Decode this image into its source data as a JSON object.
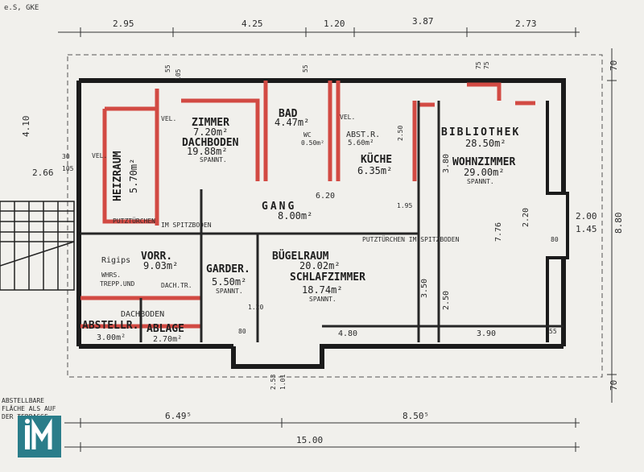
{
  "header_text": "e.S, GKE",
  "dimensions": {
    "top": [
      "2.95",
      "4.25",
      "1.20",
      "3.87",
      "2.73"
    ],
    "bottom": [
      "6.49⁵",
      "8.50⁵"
    ],
    "total": "15.00",
    "right": [
      "70",
      "8.80",
      "70"
    ],
    "left": [
      "4.10",
      "2.66",
      "30",
      "105"
    ],
    "inner": [
      "55",
      "55",
      "105",
      "75",
      "75",
      "6.20",
      "1.95",
      "3.80",
      "7.76",
      "2.20",
      "2.00",
      "1.45",
      "80",
      "2.50",
      "3.50",
      "2.50",
      "4.80",
      "3.90",
      "55",
      "80",
      "1.20",
      "2.53",
      "1.01"
    ]
  },
  "rooms": {
    "zimmer": {
      "name": "ZIMMER",
      "area": "7.20m²",
      "sub": "DACHBODEN",
      "sub_area": "19.88m²",
      "note": "SPANNT."
    },
    "bad": {
      "name": "BAD",
      "area": "4.47m²"
    },
    "wc": {
      "name": "WC",
      "area": "0.50m²"
    },
    "abstr": {
      "name": "ABST.R.",
      "area": "5.60m²"
    },
    "kueche": {
      "name": "KÜCHE",
      "area": "6.35m²"
    },
    "bibliothek": {
      "name": "BIBLIOTHEK",
      "area": "28.50m²"
    },
    "wohnzimmer": {
      "name": "WOHNZIMMER",
      "area": "29.00m²",
      "note": "SPANNT."
    },
    "heizraum": {
      "name": "HEIZRAUM",
      "area": "5.70m²"
    },
    "gang": {
      "name": "GANG",
      "area": "8.00m²"
    },
    "vorr": {
      "name": "VORR.",
      "area": "9.03m²"
    },
    "garder": {
      "name": "GARDER.",
      "area": "5.50m²",
      "note": "SPANNT."
    },
    "buegelraum": {
      "name": "BÜGELRAUM",
      "area": "20.02m²"
    },
    "schlafzimmer": {
      "name": "SCHLAFZIMMER",
      "area": "18.74m²",
      "note": "SPANNT."
    },
    "abstell": {
      "name": "ABSTELLR.",
      "area": "3.00m²"
    },
    "dachboden_ablage": {
      "name": "DACHBODEN",
      "sub": "ABLAGE",
      "area": "2.70m²"
    }
  },
  "notes": {
    "putzturchen": "PUTZTÜRCHEN",
    "putzturchen_spitz": "PUTZTÜRCHEN IM SPITZBODEN",
    "rigips": "Rigips",
    "spitzboden": "IM SPITZBODEN",
    "dachbtr": "DACH.TR.",
    "vel1": "VEL.",
    "vel2": "VEL.",
    "vel3": "VEL.",
    "whrs": "WHRS.",
    "tresund": "TREPP.UND"
  },
  "legend_side": [
    "ABSTELLBARE",
    "FLÄCHE ALS AUF",
    "DER TERRASSE"
  ],
  "logo_text": "IM"
}
